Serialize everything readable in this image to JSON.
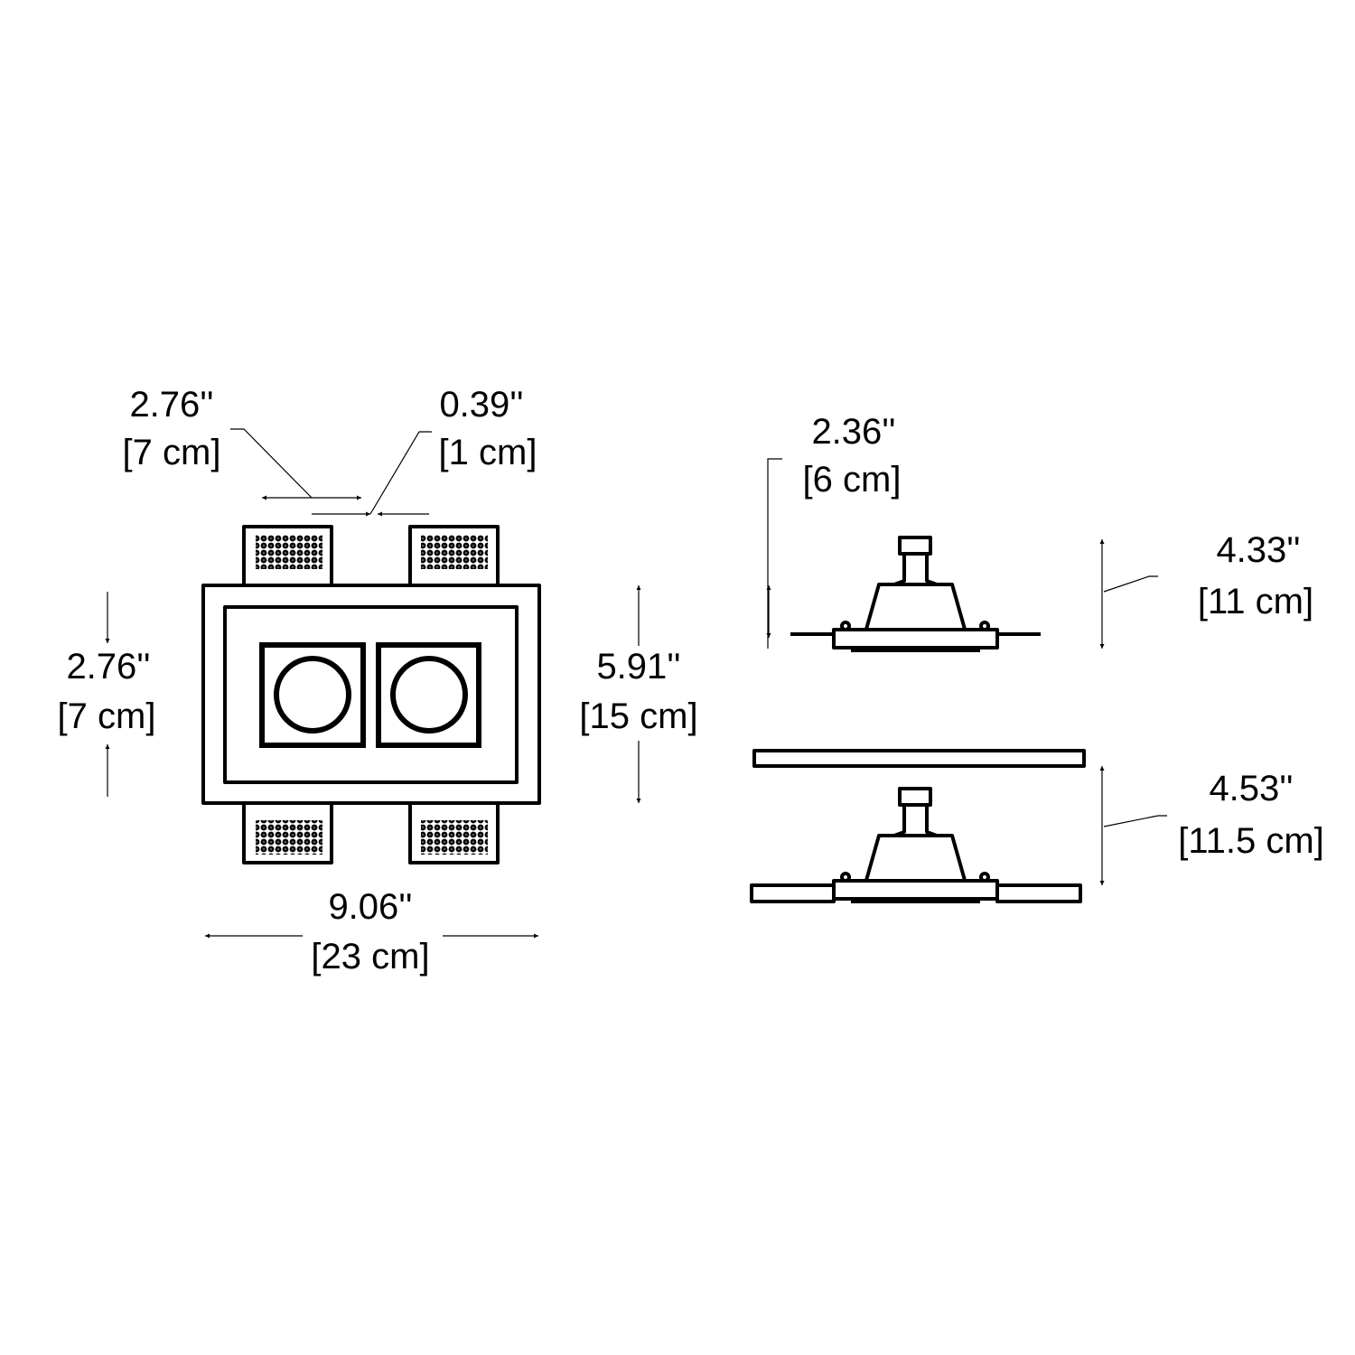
{
  "dimensions": {
    "tab_width": {
      "in": "2.76''",
      "cm": "[7 cm]"
    },
    "tab_gap": {
      "in": "0.39''",
      "cm": "[1 cm]"
    },
    "tab_spacing": {
      "in": "2.76''",
      "cm": "[7 cm]"
    },
    "overall_height": {
      "in": "5.91''",
      "cm": "[15 cm]"
    },
    "overall_width": {
      "in": "9.06''",
      "cm": "[23 cm]"
    },
    "wing_offset": {
      "in": "2.36''",
      "cm": "[6 cm]"
    },
    "depth_trimless": {
      "in": "4.33''",
      "cm": "[11 cm]"
    },
    "depth_with_plate": {
      "in": "4.53''",
      "cm": "[11.5 cm]"
    }
  },
  "colors": {
    "line": "#000000",
    "background": "#ffffff"
  }
}
